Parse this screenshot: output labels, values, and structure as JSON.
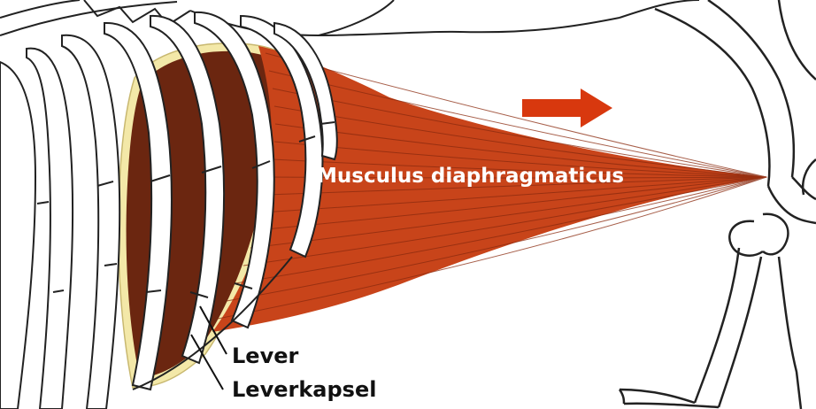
{
  "labels": {
    "muscle": "Musculus diaphragmaticus",
    "liver": "Lever",
    "liver_capsule": "Leverkapsel"
  },
  "icons": {
    "direction_arrow": "arrow-right-icon"
  },
  "colors": {
    "muscle": "#c8441a",
    "muscle_fiber": "#8a2a0e",
    "liver": "#6b2610",
    "liver_capsule": "#f3e8a8",
    "arrow": "#d8380e",
    "outline": "#222222"
  }
}
